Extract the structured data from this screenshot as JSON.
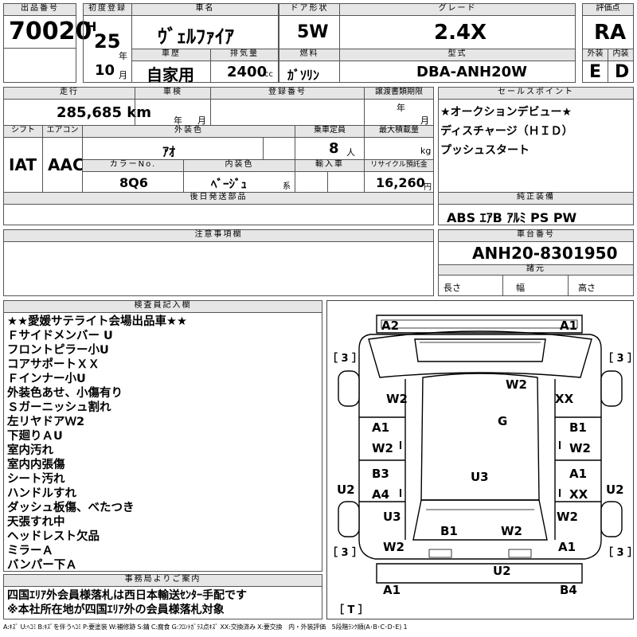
{
  "header": {
    "lot_no": {
      "label": "出品番号",
      "value": "70020"
    },
    "first_reg": {
      "label": "初度登録",
      "era": "H",
      "year": "25",
      "year_unit": "年",
      "month": "10",
      "month_unit": "月"
    },
    "car_name": {
      "label": "車名",
      "value": "ｳﾞｪﾙﾌｧｲｱ"
    },
    "doors": {
      "label": "ドア形状",
      "value": "5W"
    },
    "grade": {
      "label": "グレード",
      "value": "2.4X"
    },
    "score": {
      "label": "評価点",
      "value": "RA"
    },
    "history": {
      "label": "車歴",
      "value": "自家用"
    },
    "displacement": {
      "label": "排気量",
      "value": "2400",
      "unit": "cc"
    },
    "fuel": {
      "label": "燃料",
      "value": "ｶﾞｿﾘﾝ"
    },
    "model": {
      "label": "型式",
      "value": "DBA-ANH20W"
    },
    "exterior_grade": {
      "label": "外装",
      "value": "E"
    },
    "interior_grade": {
      "label": "内装",
      "value": "D"
    }
  },
  "row2": {
    "mileage": {
      "label": "走行",
      "value": "285,685 km"
    },
    "inspection": {
      "label": "車検",
      "year_unit": "年",
      "month_unit": "月"
    },
    "plate": {
      "label": "登録番号"
    },
    "transfer_deadline": {
      "label": "譲渡書類期限",
      "year_unit": "年",
      "month_unit": "月"
    },
    "shift": {
      "label": "シフト",
      "value": "IAT"
    },
    "aircon": {
      "label": "エアコン",
      "value": "AAC"
    },
    "exterior_color": {
      "label": "外装色",
      "value": "ｱｵ"
    },
    "capacity": {
      "label": "乗車定員",
      "value": "8",
      "unit": "人"
    },
    "max_load": {
      "label": "最大積載量",
      "unit": "kg"
    },
    "color_no": {
      "label": "カラーNo.",
      "value": "8Q6"
    },
    "interior_color": {
      "label": "内装色",
      "value": "ﾍﾞｰｼﾞｭ",
      "unit": "系"
    },
    "import": {
      "label": "輸入車"
    },
    "recycle": {
      "label": "リサイクル預託金",
      "value": "16,260",
      "unit": "円"
    },
    "later_parts": {
      "label": "後日発送部品"
    }
  },
  "sales_points": {
    "label": "セールスポイント",
    "lines": [
      "★オークションデビュー★",
      "ディスチャージ（ＨＩＤ）",
      "プッシュスタート"
    ]
  },
  "equipment": {
    "label": "純正装備",
    "value": "ABS ｴｱB ｱﾙﾐ PS PW"
  },
  "notes_box": {
    "label": "注意事項欄"
  },
  "chassis": {
    "label": "車台番号",
    "value": "ANH20-8301950"
  },
  "specs": {
    "label": "諸元",
    "length": "長さ",
    "width": "幅",
    "height": "高さ"
  },
  "inspector": {
    "label": "検査員記入欄",
    "lines": [
      "★★愛媛サテライト会場出品車★★",
      "Ｆサイドメンバー U",
      "フロントピラー小U",
      "コアサポートＸＸ",
      "Ｆインナー小U",
      "外装色あせ、小傷有り",
      "Ｓガーニッシュ割れ",
      "左リヤドアＷ2",
      "下廻りＡU",
      "室内汚れ",
      "室内内張傷",
      "シート汚れ",
      "ハンドルすれ",
      "ダッシュ板傷、べたつき",
      "天張すれ中",
      "ヘッドレスト欠品",
      "ミラーＡ",
      "バンパー下Ａ"
    ]
  },
  "office": {
    "label": "事務局よりご案内",
    "lines": [
      "四国ｴﾘｱ外会員様落札は西日本輸送ｾﾝﾀｰ手配です",
      "※本社所在地が四国ｴﾘｱ外の会員様落札対象"
    ]
  },
  "diagram": {
    "marks": {
      "a2_tl": "A2",
      "a1_tr": "A1",
      "w2_roof": "W2",
      "w2_lf": "W2",
      "xx_rf": "XX",
      "g": "G",
      "a1_l1": "A1",
      "w2_l1": "W2",
      "b1_r1": "B1",
      "w2_r1": "W2",
      "b3_l2": "B3",
      "a4_l2": "A4",
      "a1_r2": "A1",
      "xx_r2": "XX",
      "u2_l": "U2",
      "u3_c": "U3",
      "u2_r": "U2",
      "u3_lr": "U3",
      "w2_rr": "W2",
      "b1_c": "B1",
      "w2_c": "W2",
      "w2_lb": "W2",
      "a1_rb": "A1",
      "u2_b": "U2",
      "a1_bl": "A1",
      "b4_br": "B4",
      "tire_lf": "［ 3 ］",
      "tire_rf": "［ 3 ］",
      "tire_lr": "［ 3 ］",
      "tire_rr": "［ 3 ］",
      "spare": "［ T ］"
    }
  },
  "legend": "A:ｷｽﾞ U:ﾍｺﾐ B:ｷｽﾞを伴うﾍｺﾐ P:要塗装 W:補修跡 S:錆 C:腐食 G:ﾌﾛﾝﾄｶﾞﾗｽ点ｷｽﾞ XX:交換済み X:要交換　内・外装評価　5段階ﾗﾝｸ順(A･B･C･D･E) 1"
}
